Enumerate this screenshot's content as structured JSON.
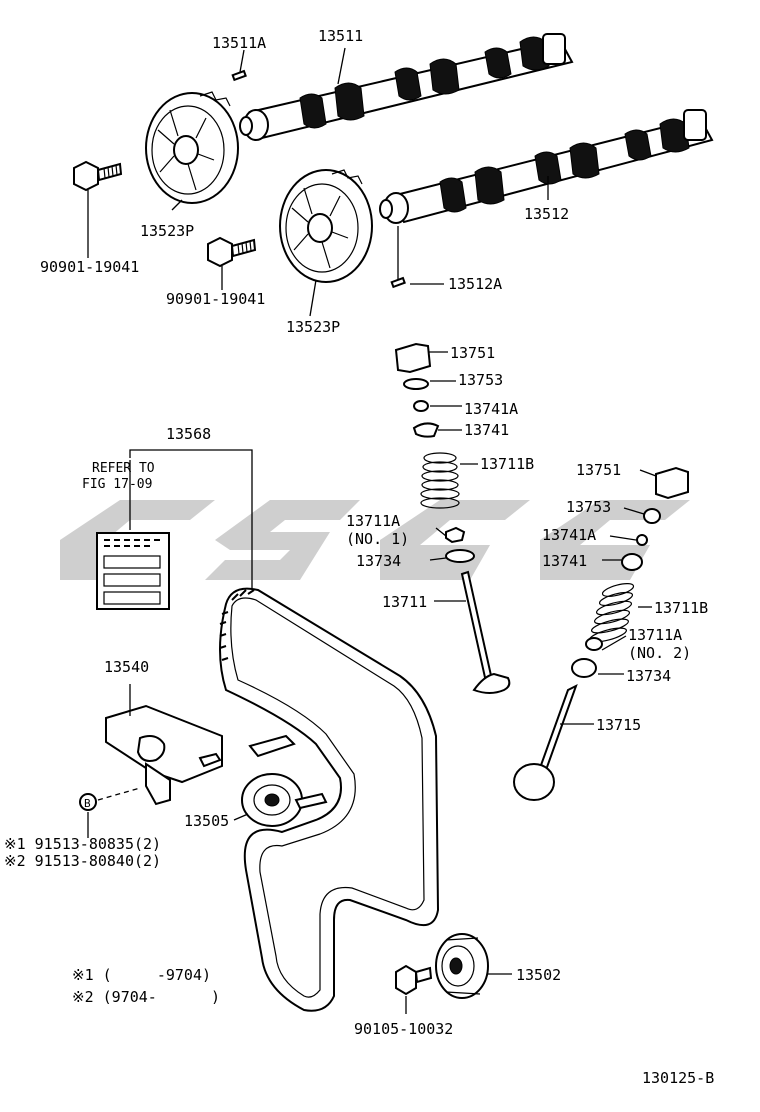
{
  "labels": {
    "p13511A": "13511A",
    "p13511": "13511",
    "p13523P_a": "13523P",
    "p90901_a": "90901-19041",
    "p13512": "13512",
    "p90901_b": "90901-19041",
    "p13512A": "13512A",
    "p13523P_b": "13523P",
    "p13751_a": "13751",
    "p13753_a": "13753",
    "p13741A_a": "13741A",
    "p13741_a": "13741",
    "p13711B_a": "13711B",
    "p13711A_a": "13711A",
    "p13711A_a_note": "(NO. 1)",
    "p13734_a": "13734",
    "p13711": "13711",
    "p13568": "13568",
    "refer_line1": "REFER TO",
    "refer_line2": "FIG 17-09",
    "p13751_b": "13751",
    "p13753_b": "13753",
    "p13741A_b": "13741A",
    "p13741_b": "13741",
    "p13711B_b": "13711B",
    "p13711A_b": "13711A",
    "p13711A_b_note": "(NO. 2)",
    "p13734_b": "13734",
    "p13715": "13715",
    "p13540": "13540",
    "p13505": "13505",
    "note1_part": "※1 91513-80835(2)",
    "note2_part": "※2 91513-80840(2)",
    "p13502": "13502",
    "p90105": "90105-10032",
    "legend1": "※1 (     -9704)",
    "legend2": "※2 (9704-      )",
    "fig_id": "130125-B",
    "circle_b": "B"
  }
}
